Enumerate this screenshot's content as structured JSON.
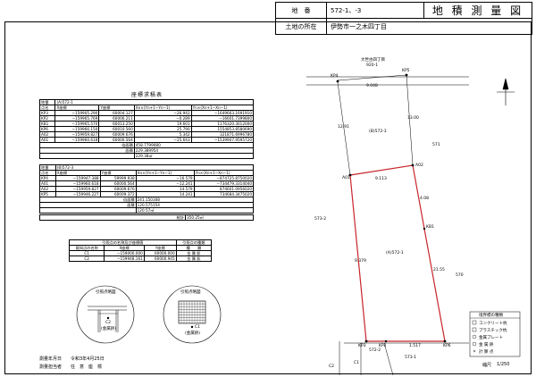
{
  "header": {
    "chiban_label": "地　番",
    "chiban_value": "572-1、-3",
    "title": "地 積 測 量 図",
    "location_label": "土地の所在",
    "location_value": "伊勢市一之木四丁目"
  },
  "area_table": {
    "title": "座標求積表",
    "section1": {
      "name_label": "地番",
      "name_value": "(A)572-1",
      "columns": [
        "点名",
        "X座標",
        "Y座標",
        "Xn×(Yn+1−Yn−1)",
        "Yn×(Xn+1−Xn−1)"
      ],
      "rows": [
        [
          "KP3",
          "−159905.290",
          "60004.127",
          "−26.942",
          "−1649663.1691910"
        ],
        [
          "KP2",
          "−159965.769",
          "60006.211",
          "−0.289",
          "−16601.7399800"
        ],
        [
          "KB1",
          "−159965.570",
          "60013.250",
          "19.601",
          "1176320.3012000"
        ],
        [
          "KP6",
          "−159966.150",
          "60010.560",
          "25.790",
          "1554853.8580690"
        ],
        [
          "A02",
          "−159959.827",
          "60009.676",
          "5.342",
          "321871.6996780"
        ],
        [
          "A01",
          "−159960.618",
          "60000.564",
          "−25.643",
          "−1539907.9595720"
        ]
      ],
      "sum_label": "倍面積",
      "sum_value": "458.7799080",
      "area_label": "面積",
      "area_value": "229.389954",
      "area_round": "229.38㎡"
    },
    "section2": {
      "name_label": "地番",
      "name_value": "(B)572-3",
      "columns": [
        "点名",
        "X座標",
        "Y座標",
        "Xn×(Yn+1−Yn−1)",
        "Yn×(Xn+1−Xn−1)"
      ],
      "rows": [
        [
          "KP4",
          "−159947.388",
          "59999.938",
          "−16.579",
          "−874725.8750020"
        ],
        [
          "A01",
          "−159960.618",
          "60000.564",
          "−12.241",
          "−734479.3314040"
        ],
        [
          "A02",
          "−159959.827",
          "60009.676",
          "14.579",
          "874601.0956020"
        ],
        [
          "KP5",
          "−159946.227",
          "60009.372",
          "14.241",
          "734684.3475020"
        ]
      ],
      "sum_label": "倍面積",
      "sum_value": "241.150308",
      "area_label": "面積",
      "area_value": "120.575154",
      "area_round": "120.57㎡"
    },
    "total_label": "総計",
    "total_value": "350.25㎡"
  },
  "ref_table": {
    "title1": "引照点の名称及び座標値",
    "title2": "引照点の種類",
    "columns": [
      "既知点の名称",
      "X座標",
      "Y座標",
      "種　　類"
    ],
    "rows": [
      [
        "C1",
        "−159000.000",
        "60000.000",
        "金 属 鋲"
      ],
      [
        "C2",
        "−159948.161",
        "60000.945",
        "金 属 鋲"
      ]
    ]
  },
  "detail1": {
    "title": "引照点略図",
    "point": "C2",
    "kind": "(金属鋲)"
  },
  "detail2": {
    "title": "引照点略図",
    "point": "C1",
    "kind": "(金属鋲)"
  },
  "footer": {
    "date_label": "測量年月日",
    "date_value": "令和3年4月25日",
    "surveyor_label": "測量担当者",
    "surveyor_value": "任　意　座　標"
  },
  "map": {
    "road_label_1": "大世古四丁目",
    "road_label_2": "920-1",
    "label_b": "(B)572-3",
    "label_a": "(A)572-1",
    "neighbor_571": "571",
    "neighbor_5732": "573-2",
    "neighbor_570": "570",
    "neighbor_5731": "573-1",
    "neighbor_5722": "572-2",
    "points": [
      "KP4",
      "KP5",
      "A01",
      "A02",
      "KP3",
      "KP2",
      "KB1",
      "KP6",
      "C1",
      "C2"
    ],
    "dist": [
      "9.048",
      "9.113",
      "12.91",
      "13.00",
      "9.379",
      "21.55",
      "1.517",
      "4.08"
    ],
    "boundary_color": "#c8252b"
  },
  "legend": {
    "title": "境界標の種類",
    "items": [
      "コンクリート杭",
      "プラスチック杭",
      "金属プレート",
      "金 属 鋲",
      "計 算 点"
    ]
  },
  "scale": {
    "label": "縮尺",
    "value": "1/250"
  }
}
